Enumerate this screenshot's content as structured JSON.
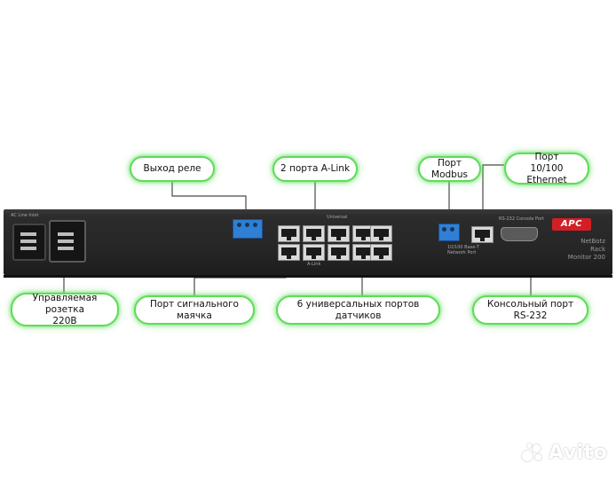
{
  "callouts": {
    "relay_output": "Выход реле",
    "alink_ports": "2 порта A-Link",
    "modbus_port": "Порт Modbus",
    "ethernet_port": "Порт\n10/100 Ethernet",
    "switched_outlet": "Управляемая розетка\n220В",
    "beacon_port": "Порт сигнального маячка",
    "sensor_ports": "6 универсальных портов датчиков",
    "console_port": "Консольный порт RS-232"
  },
  "device": {
    "brand": "APC",
    "model": "NetBotz\nRack\nMonitor 200",
    "ac_line_label": "AC Line Inlet",
    "port_labels_top": "Universal",
    "alink_label": "A-Link",
    "ethernet_small": "10/100 Base-T\nNetwork Port",
    "console_small": "RS-232 Console Port"
  },
  "watermark": {
    "text": "Avito"
  },
  "colors": {
    "callout_border": "#5fdc5a",
    "line": "#4a4a4a",
    "device_body": "#262626",
    "terminal_blue": "#2f7fd4",
    "brand_red": "#d21f26"
  }
}
